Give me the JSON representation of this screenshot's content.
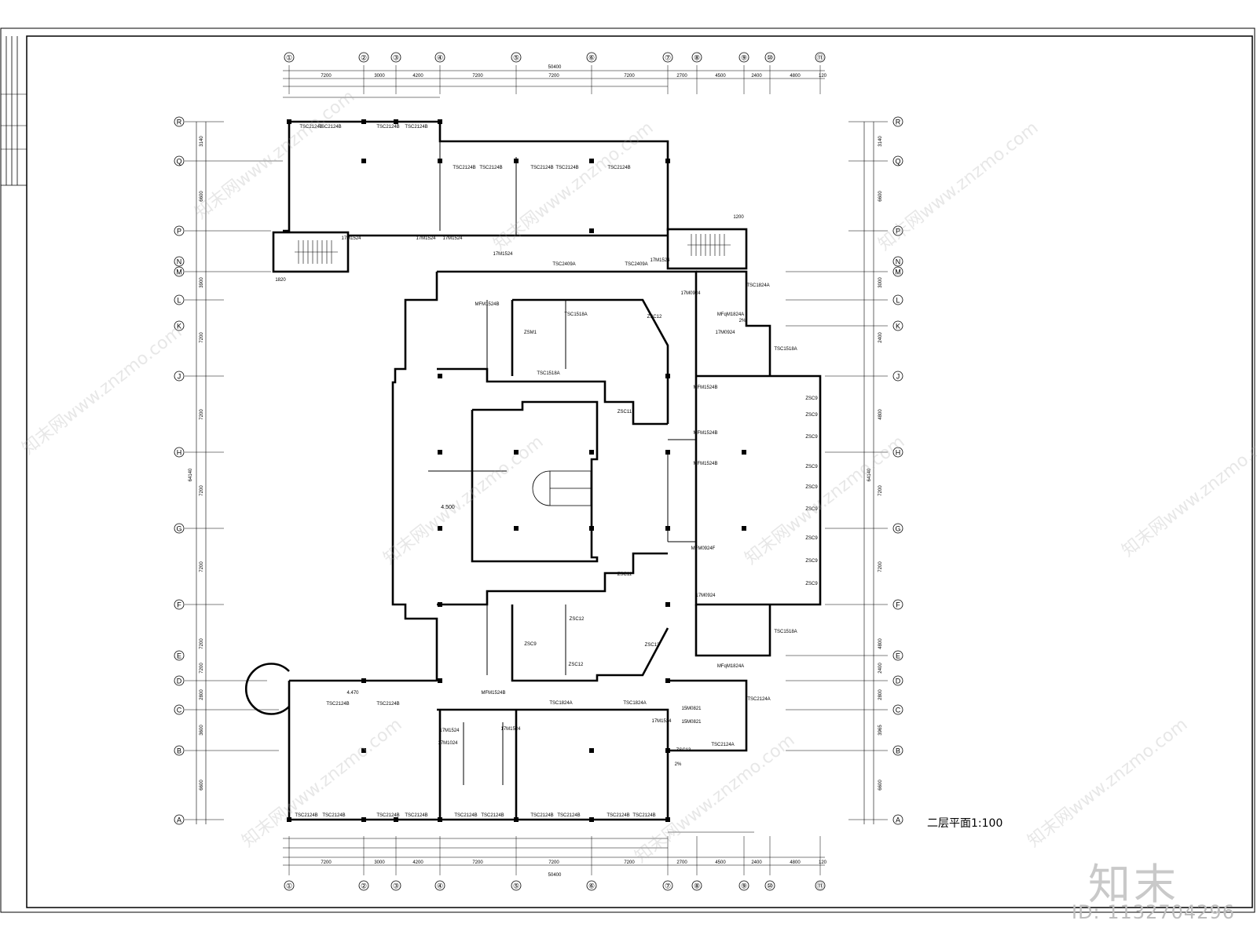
{
  "drawing": {
    "title": "二层平面1:100",
    "brand_watermark": "知末",
    "document_id": "ID: 1132704296",
    "site_watermark": "知末网www.znzmo.com"
  },
  "axes": {
    "vertical": [
      "①",
      "②",
      "③",
      "④",
      "⑤",
      "⑥",
      "⑦",
      "⑧",
      "⑨",
      "⑩",
      "⑪"
    ],
    "horizontal": [
      "A",
      "B",
      "C",
      "D",
      "E",
      "F",
      "G",
      "H",
      "J",
      "K",
      "L",
      "M",
      "N",
      "P",
      "Q",
      "R"
    ]
  },
  "dimensions": {
    "top_total": "50400",
    "bottom_total": "50400",
    "top_row": [
      "7200",
      "3000",
      "4200",
      "7200",
      "7200",
      "7200",
      "2700",
      "4500",
      "2400",
      "4800",
      "120"
    ],
    "bottom_row": [
      "7200",
      "3000",
      "4200",
      "7200",
      "7200",
      "7200",
      "2700",
      "4500",
      "2400",
      "4800",
      "120"
    ],
    "left_total": "64140",
    "right_total": "64140",
    "left_bays": [
      "6600",
      "3600",
      "2800",
      "7200",
      "7200",
      "7200",
      "7200",
      "7200",
      "7200",
      "3900",
      "6600",
      "3140"
    ],
    "right_bays": [
      "6600",
      "3965",
      "2800",
      "2400",
      "4800",
      "7200",
      "7200",
      "4800",
      "2400",
      "3000",
      "6600",
      "3140"
    ],
    "elevation_main": "4.500",
    "elevation_small": "4.470"
  },
  "labels": {
    "windows_top": [
      "TSC2124B",
      "TSC2124B",
      "TSC2124B",
      "TSC2124B",
      "TSC2124B",
      "TSC2124B",
      "TSC2124B",
      "TSC2124B",
      "TSC2124B"
    ],
    "windows_bottom": [
      "TSC2124B",
      "TSC2124B",
      "TSC2124B",
      "TSC2124B",
      "TSC2124B",
      "TSC2124B",
      "TSC2124B",
      "TSC2124B",
      "TSC2124B",
      "TSC2124B",
      "TSC2124B",
      "TSC2124B"
    ],
    "door_upper": [
      "17M1524",
      "17M1524",
      "17M1524",
      "17M1524",
      "17M1524"
    ],
    "door_lower": [
      "17M1524",
      "17M1524",
      "17M1524",
      "17M1024"
    ],
    "misc": [
      "TSC2409A",
      "TSC2409A",
      "TSC1824A",
      "TSC1824A",
      "TSC1824A",
      "TSC2124A",
      "TSC2124A",
      "TSC1518A",
      "TSC1518A",
      "TSC1518A",
      "TSC1518A",
      "ZSC12",
      "ZSC12",
      "ZSC12",
      "ZSC13",
      "ZSC13",
      "ZSC11",
      "ZSC11",
      "MFqM1824A",
      "MFqM1824A",
      "MFM1524B",
      "MFM1524B",
      "MFM1524B",
      "MFM1524B",
      "MFM1524B",
      "MFM0924F",
      "17M0924",
      "17M0924",
      "17M0924",
      "15M0821",
      "15M0821",
      "ZSM1",
      "ZSC9"
    ],
    "zsc9_right": [
      "ZSC9",
      "ZSC9",
      "ZSC9",
      "ZSC9",
      "ZSC9",
      "ZSC9",
      "ZSC9",
      "ZSC9",
      "ZSC9"
    ],
    "slope": [
      "2%",
      "2%"
    ],
    "stair_dim": "1820",
    "stair_top": "1200"
  }
}
